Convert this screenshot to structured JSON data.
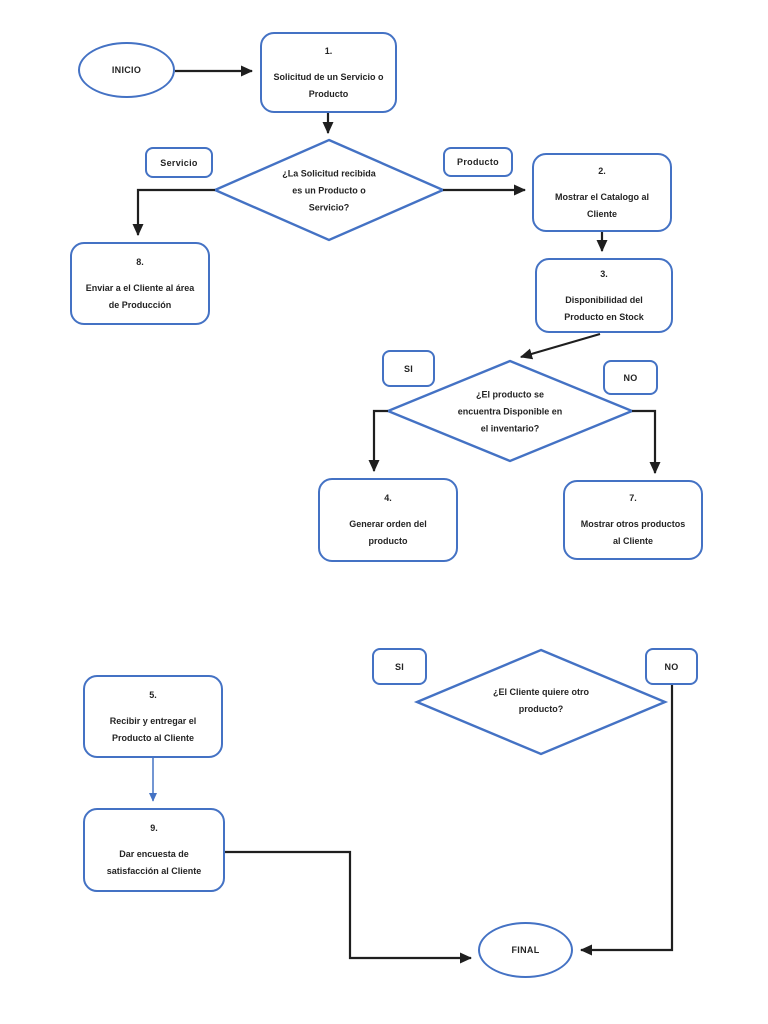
{
  "diagram": {
    "colors": {
      "shape_border": "#4472C4",
      "connector_black": "#1f1f1f",
      "connector_blue": "#4472C4",
      "text": "#242424",
      "background": "#ffffff"
    },
    "nodes": {
      "inicio": {
        "label": "INICIO"
      },
      "step1": {
        "number": "1.",
        "lines": [
          "Solicitud de un Servicio o",
          "Producto"
        ]
      },
      "servicio": {
        "label": "Servicio"
      },
      "producto": {
        "label": "Producto"
      },
      "decision1": {
        "lines": [
          "¿La Solicitud recibida",
          "es un Producto o",
          "Servicio?"
        ]
      },
      "step8": {
        "number": "8.",
        "lines": [
          "Enviar a el Cliente al área",
          "de Producción"
        ]
      },
      "step2": {
        "number": "2.",
        "lines": [
          "Mostrar el Catalogo al",
          "Cliente"
        ]
      },
      "step3": {
        "number": "3.",
        "lines": [
          "Disponibilidad del",
          "Producto en Stock"
        ]
      },
      "si1": {
        "label": "SI"
      },
      "no1": {
        "label": "NO"
      },
      "decision2": {
        "lines": [
          "¿El producto se",
          "encuentra Disponible en",
          "el inventario?"
        ]
      },
      "step4": {
        "number": "4.",
        "lines": [
          "Generar orden del",
          "producto"
        ]
      },
      "step7": {
        "number": "7.",
        "lines": [
          "Mostrar otros productos",
          "al Cliente"
        ]
      },
      "si2": {
        "label": "SI"
      },
      "no2": {
        "label": "NO"
      },
      "decision3": {
        "lines": [
          "¿El Cliente quiere otro",
          "producto?"
        ]
      },
      "step5": {
        "number": "5.",
        "lines": [
          "Recibir y entregar el",
          "Producto al Cliente"
        ]
      },
      "step9": {
        "number": "9.",
        "lines": [
          "Dar encuesta de",
          "satisfacción al Cliente"
        ]
      },
      "final": {
        "label": "FINAL"
      }
    }
  }
}
